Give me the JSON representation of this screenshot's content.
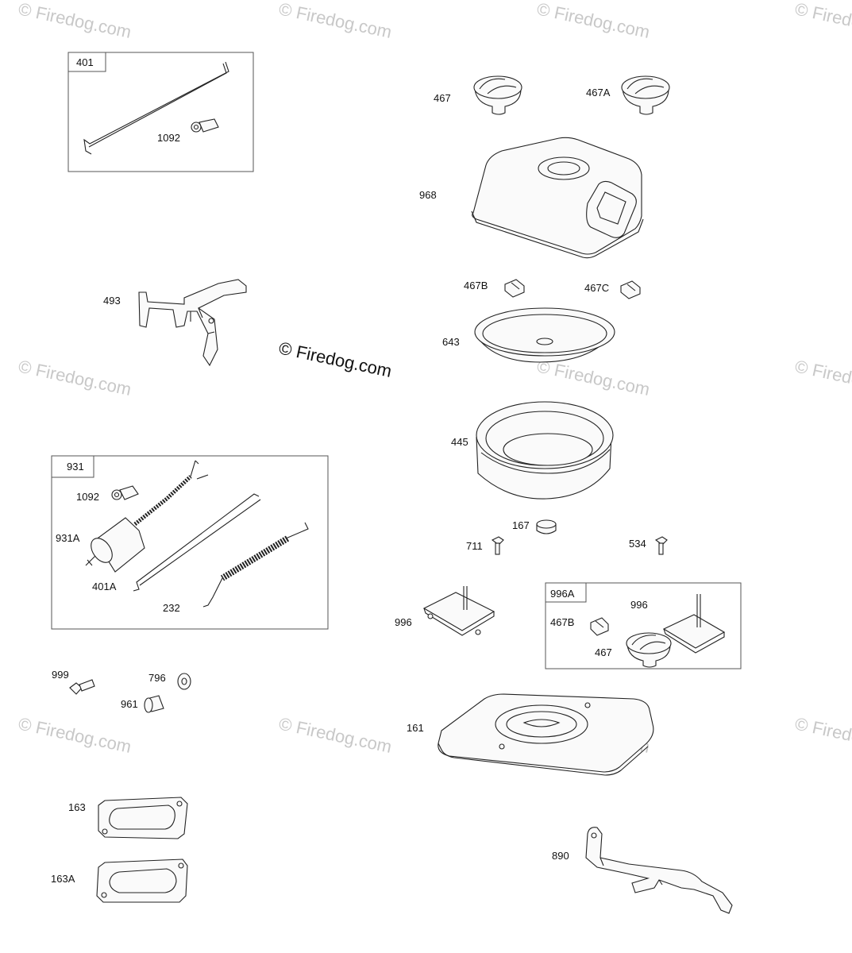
{
  "watermark": {
    "text": "Firedog.com",
    "copyright_mark": "©",
    "center_text": "© Firedog.com"
  },
  "callouts": {
    "p401": "401",
    "p1092_top": "1092",
    "p493": "493",
    "p931": "931",
    "p1092_kit": "1092",
    "p931A": "931A",
    "p401A": "401A",
    "p232": "232",
    "p999": "999",
    "p796": "796",
    "p961": "961",
    "p163": "163",
    "p163A": "163A",
    "p467": "467",
    "p467A": "467A",
    "p968": "968",
    "p467B": "467B",
    "p467C": "467C",
    "p643": "643",
    "p445": "445",
    "p167": "167",
    "p711": "711",
    "p534": "534",
    "p996": "996",
    "p996A": "996A",
    "p996_kit": "996",
    "p467B_kit": "467B",
    "p467_kit": "467",
    "p161": "161",
    "p890": "890"
  }
}
